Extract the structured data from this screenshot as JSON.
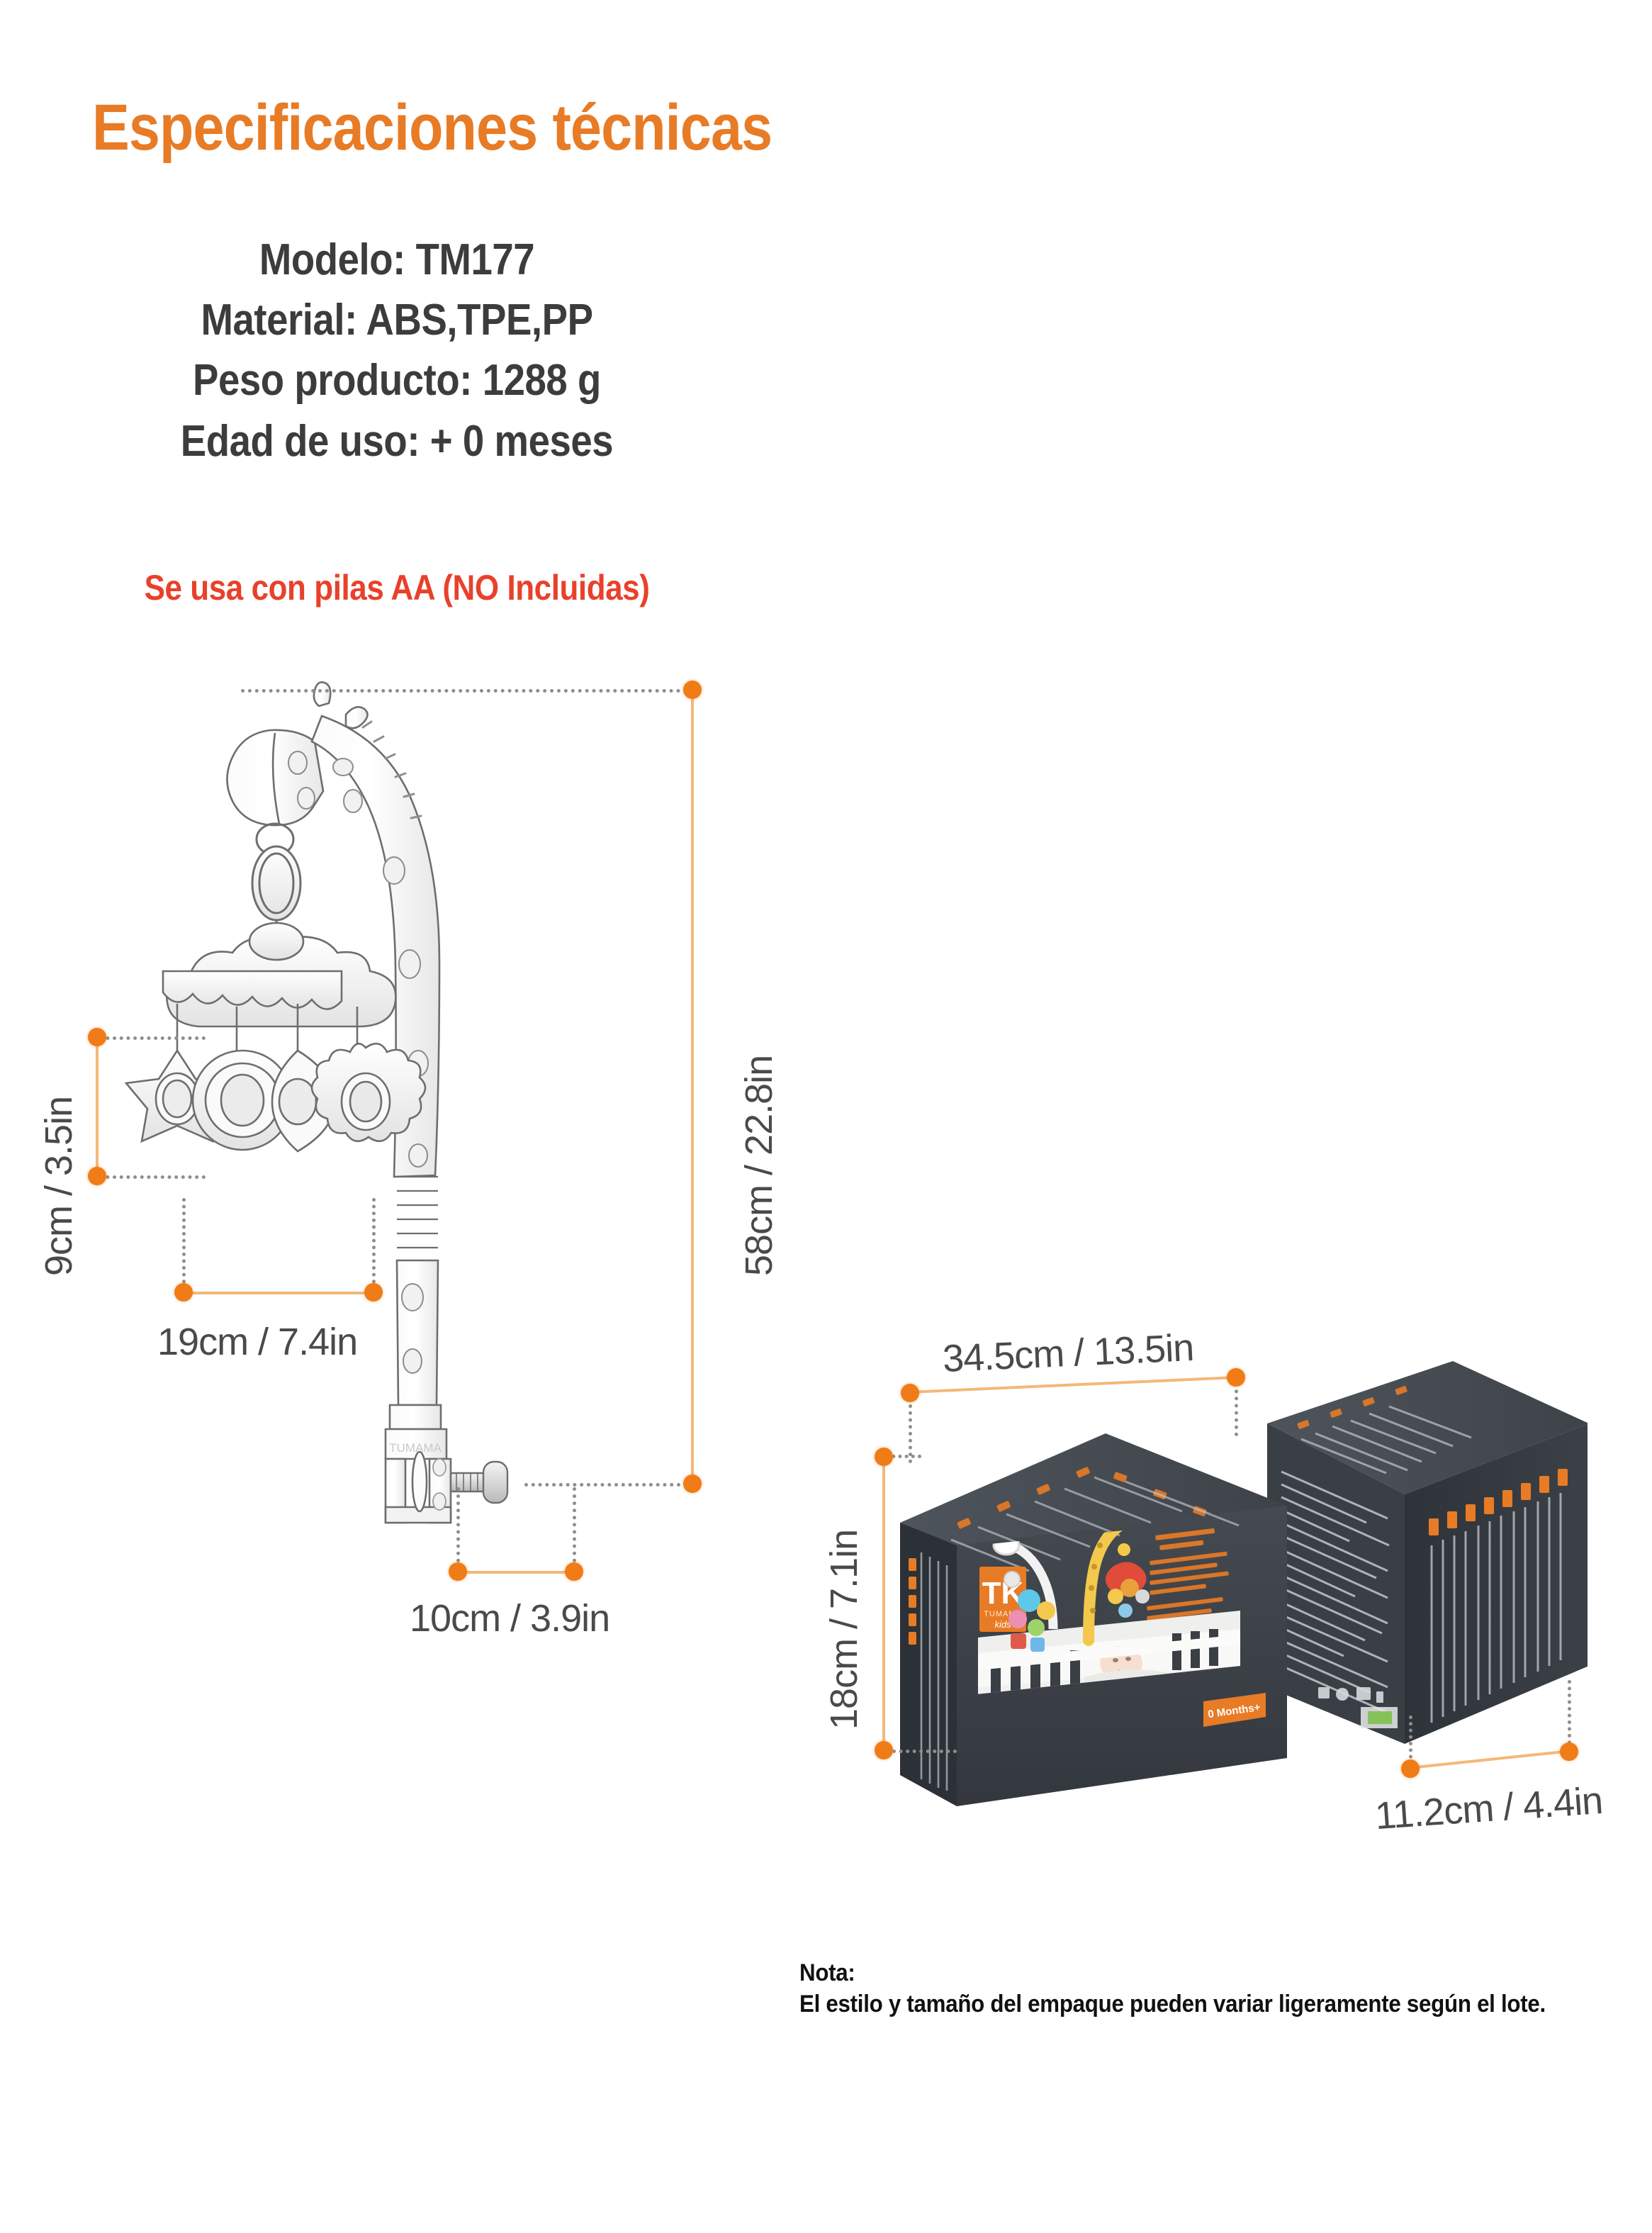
{
  "header": {
    "title": "Especificaciones técnicas",
    "title_color": "#E87B25"
  },
  "specs": {
    "lines": [
      "Modelo: TM177",
      "Material: ABS,TPE,PP",
      "Peso producto: 1288 g",
      "Edad de uso: + 0 meses"
    ],
    "battery_note": "Se usa con pilas AA (NO Incluidas)",
    "battery_note_color": "#E8412B"
  },
  "product_dimensions": {
    "height": "58cm / 22.8in",
    "mobile_drop_height": "9cm / 3.5in",
    "mobile_width": "19cm / 7.4in",
    "clamp_width": "10cm / 3.9in"
  },
  "package_dimensions": {
    "width": "34.5cm / 13.5in",
    "height": "18cm / 7.1in",
    "depth": "11.2cm / 4.4in"
  },
  "package_art": {
    "brand_logo": "TK",
    "brand_sub": "TUMAMA",
    "brand_sub2": "KIDS",
    "age_badge": "0 Months+",
    "box_color": "#3B4046",
    "accent_color": "#E87B25"
  },
  "note": {
    "label": "Nota:",
    "text": "El estilo y tamaño del empaque pueden variar ligeramente según el lote."
  },
  "accent": {
    "dimension_marker": "#F07C18",
    "dimension_line": "#F4B877",
    "leader_line": "#8E8E8E"
  }
}
